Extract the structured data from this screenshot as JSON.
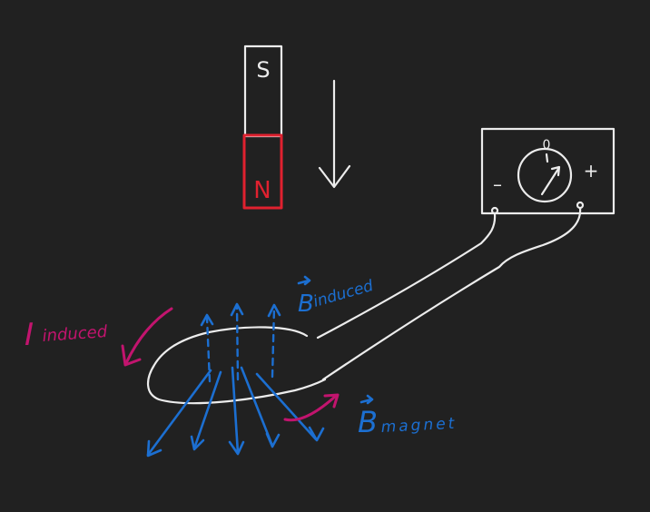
{
  "magnet": {
    "south_label": "S",
    "north_label": "N"
  },
  "galvanometer": {
    "minus_label": "–",
    "plus_label": "+",
    "zero_label": "0"
  },
  "labels": {
    "i_induced_main": "I",
    "i_induced_sub": "induced",
    "b_induced_main": "B",
    "b_induced_sub": "induced",
    "b_magnet_main": "B",
    "b_magnet_sub": "magnet"
  },
  "colors": {
    "background": "#212121",
    "ink_white": "#ececec",
    "ink_blue": "#1c6fd1",
    "ink_magenta": "#c2146e",
    "ink_red": "#e0212f"
  }
}
